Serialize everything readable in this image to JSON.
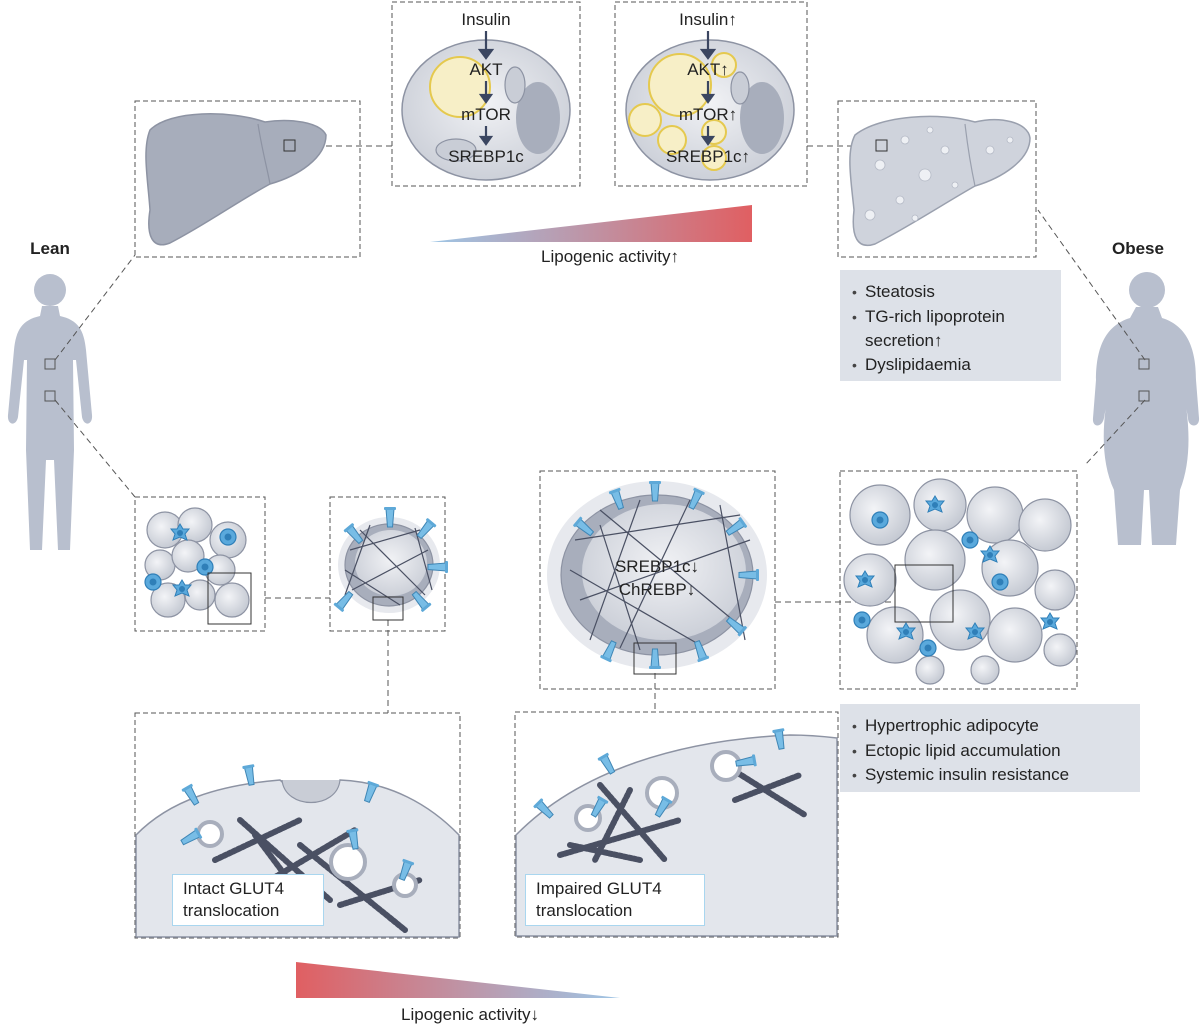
{
  "labels": {
    "lean": "Lean",
    "obese": "Obese",
    "lipogenic_up": "Lipogenic activity↑",
    "lipogenic_down": "Lipogenic activity↓"
  },
  "lean_pathway": {
    "insulin": "Insulin",
    "akt": "AKT",
    "mtor": "mTOR",
    "srebp1c": "SREBP1c"
  },
  "obese_pathway": {
    "insulin": "Insulin↑",
    "akt": "AKT↑",
    "mtor": "mTOR↑",
    "srebp1c": "SREBP1c↑"
  },
  "liver_effects": [
    "Steatosis",
    "TG-rich lipoprotein",
    "secretion↑",
    "Dyslipidaemia"
  ],
  "adipose_markers": {
    "srebp1c": "SREBP1c↓",
    "chrebp": "ChREBP↓"
  },
  "adipose_effects": [
    "Hypertrophic adipocyte",
    "Ectopic lipid accumulation",
    "Systemic insulin resistance"
  ],
  "glut4": {
    "intact": [
      "Intact GLUT4",
      "translocation"
    ],
    "impaired": [
      "Impaired GLUT4",
      "translocation"
    ]
  },
  "colors": {
    "gradient_blue": "#9ec6e6",
    "gradient_red": "#e05f62",
    "glut4_blue": "#78bde6",
    "organ_grey": "#a5abb9"
  }
}
